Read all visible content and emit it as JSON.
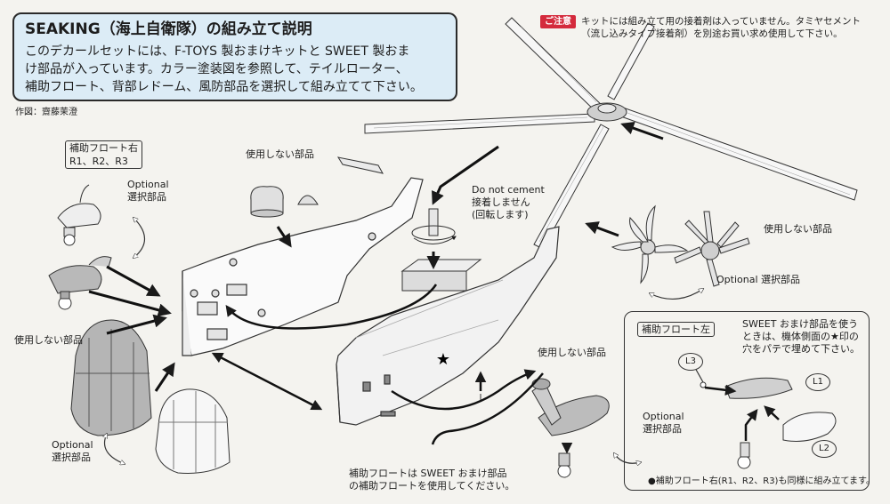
{
  "title_box": {
    "title": "SEAKING（海上自衛隊）の組み立て説明",
    "body_line1": "このデカールセットには、F-TOYS 製おまけキットと SWEET 製おま",
    "body_line2": "け部品が入っています。カラー塗装図を参照して、テイルローター、",
    "body_line3": "補助フロート、背部レドーム、風防部品を選択して組み立てて下さい。"
  },
  "credit": "作図：齋藤茉澄",
  "caution": {
    "label": "ご注意",
    "line1": "キットには組み立て用の接着剤は入っていません。タミヤセメント",
    "line2": "（流し込みタイプ接着剤）を別途お買い求め使用して下さい。"
  },
  "labels": {
    "float_right_line1": "補助フロート右",
    "float_right_line2": "R1、R2、R3",
    "optional_en_1": "Optional",
    "optional_jp_1": "選択部品",
    "unused_top": "使用しない部品",
    "do_not_cement_en": "Do not cement",
    "do_not_cement_jp1": "接着しません",
    "do_not_cement_jp2": "(回転します)",
    "unused_left": "使用しない部品",
    "optional_en_2": "Optional",
    "optional_jp_2": "選択部品",
    "unused_rotor": "使用しない部品",
    "optional_rotor": "Optional 選択部品",
    "unused_float": "使用しない部品",
    "float_note_line1": "補助フロートは SWEET おまけ部品",
    "float_note_line2": "の補助フロートを使用してください。",
    "float_left": "補助フロート左",
    "sweet_note_line1": "SWEET おまけ部品を使う",
    "sweet_note_line2": "ときは、機体側面の★印の",
    "sweet_note_line3": "穴をパテで埋めて下さい。",
    "optional_en_3": "Optional",
    "optional_jp_3": "選択部品",
    "part_l1": "L1",
    "part_l2": "L2",
    "part_l3": "L3",
    "float_right_same": "●補助フロート右(R1、R2、R3)も同様に組み立てます。",
    "star": "★"
  },
  "colors": {
    "title_bg": "#dcecf6",
    "caution_red": "#d42a3c",
    "part_gray": "#bcbcbc"
  }
}
